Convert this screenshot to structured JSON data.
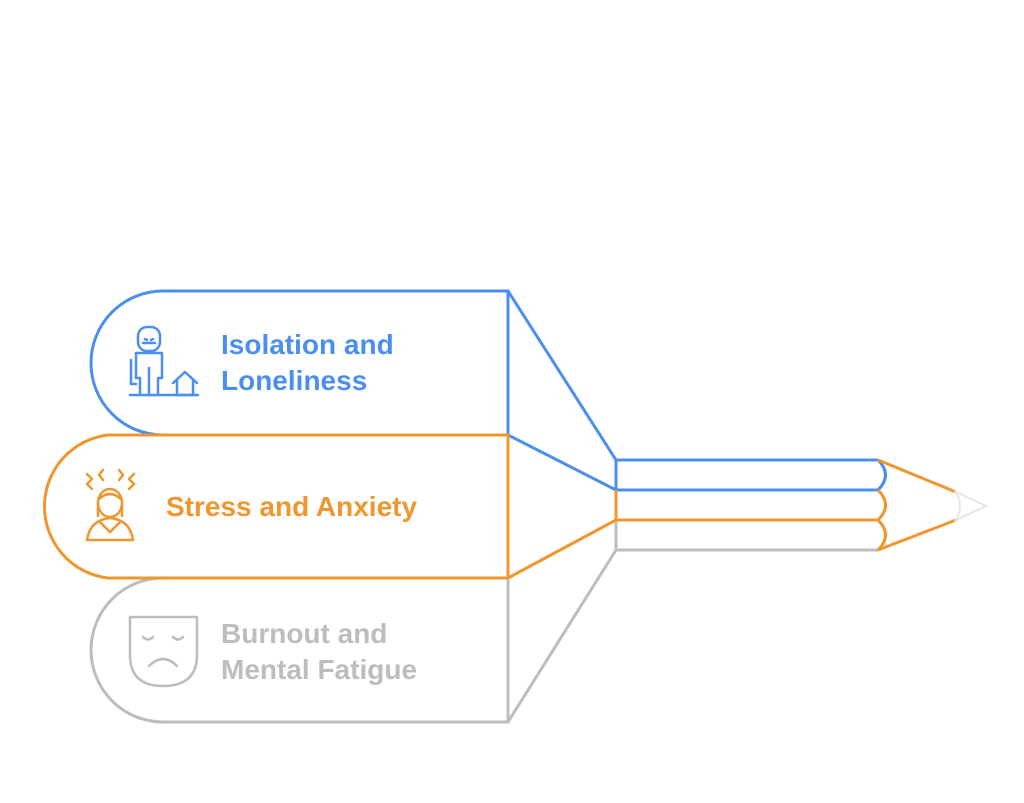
{
  "colors": {
    "blue": "#4a8ff0",
    "orange": "#f0962f",
    "gray": "#bdbdbd",
    "tip": "#e6e6e6"
  },
  "items": [
    {
      "icon": "person-house-icon",
      "color_key": "blue",
      "lines": [
        "Isolation and",
        "Loneliness"
      ]
    },
    {
      "icon": "stressed-person-icon",
      "color_key": "orange",
      "lines": [
        "Stress and Anxiety"
      ]
    },
    {
      "icon": "sad-mask-icon",
      "color_key": "gray",
      "lines": [
        "Burnout and",
        "Mental Fatigue"
      ]
    }
  ]
}
